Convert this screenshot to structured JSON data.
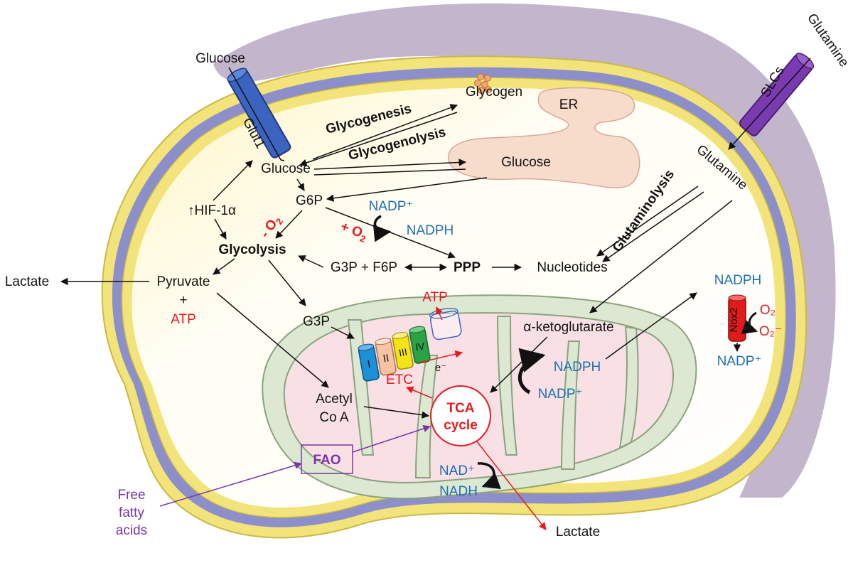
{
  "colors": {
    "membrane_bead": "#f2e37a",
    "membrane_band": "#8c8fc9",
    "ecm": "#b9a9c3",
    "cytoplasm": "#fffbe3",
    "mito_outer": "#dce8d2",
    "mito_inner": "#f8e0e4",
    "er": "#f7dccb",
    "glut1": "#3a64c0",
    "slc": "#7a3bb0",
    "nox2": "#e11b1b",
    "red_text": "#e8191e",
    "blue_text": "#1f6fb2",
    "purple_text": "#7a35a8",
    "complex_I": "#1e90d8",
    "complex_II": "#f6c3a3",
    "complex_III": "#f4e316",
    "complex_IV": "#2aa344"
  },
  "labels": {
    "glucose_top": "Glucose",
    "glut1": "Glut1",
    "glycogenesis": "Glycogenesis",
    "glycogenolysis": "Glycogenolysis",
    "glycogen": "Glycogen",
    "er": "ER",
    "er_glucose": "Glucose",
    "glucose_cyt": "Glucose",
    "g6p": "G6P",
    "hif": "↑HIF-1α",
    "minus_o2": "- O",
    "plus_o2": "+ O",
    "o2_sub": "2",
    "nadp_plus": "NADP⁺",
    "nadph": "NADPH",
    "glycolysis": "Glycolysis",
    "g3p_f6p": "G3P + F6P",
    "ppp": "PPP",
    "nucleotides": "Nucleotides",
    "lactate_left": "Lactate",
    "pyruvate": "Pyruvate",
    "plus": "+",
    "atp_left": "ATP",
    "g3p": "G3P",
    "atp_mito": "ATP",
    "complex_I": "I",
    "complex_II": "II",
    "complex_III": "III",
    "complex_IV": "IV",
    "etc": "ETC",
    "electron": "e⁻",
    "acetyl": "Acetyl",
    "coa": "Co A",
    "tca": "TCA",
    "cycle": "cycle",
    "fao": "FAO",
    "nad_plus": "NAD⁺",
    "nadh": "NADH",
    "free": "Free",
    "fatty": "fatty",
    "acids": "acids",
    "lactate_bottom": "Lactate",
    "alpha_kg": "α-ketoglutarate",
    "mito_nadph": "NADPH",
    "mito_nadp_plus": "NADP⁺",
    "glutamine_top": "Glutamine",
    "slcs": "SLCs",
    "glutamine_cyt": "Glutamine",
    "glutaminolysis": "Glutaminolysis",
    "nox_nadph": "NADPH",
    "nox2": "Nox2",
    "nox_o2": "O₂",
    "nox_o2minus": "O₂⁻",
    "nox_nadp_plus": "NADP⁺"
  }
}
